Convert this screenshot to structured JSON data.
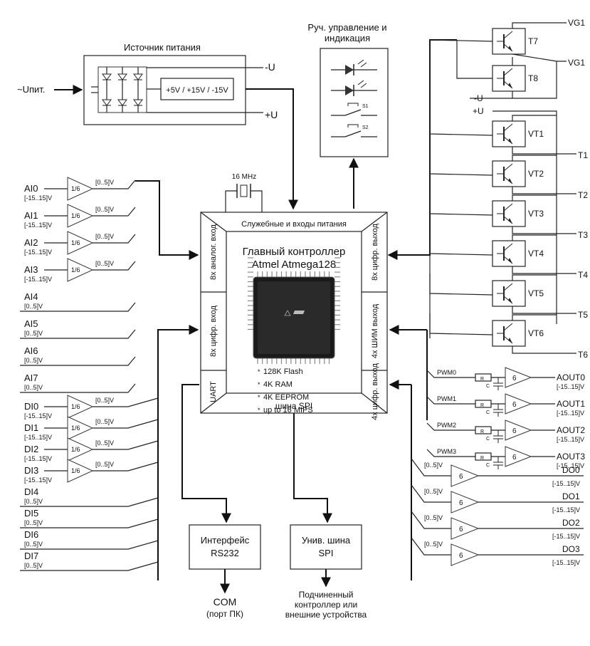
{
  "power": {
    "title": "Источник питания",
    "input": "~Uпит.",
    "rail_neg": "-U",
    "rail_pos": "+U",
    "regulator": "+5V / +15V / -15V"
  },
  "panel": {
    "title": "Руч. управление и индикация",
    "s1": "S1",
    "s2": "S2"
  },
  "crystal": "16 MHz",
  "mcu": {
    "top": "Служебные и входы питания",
    "title": "Главный контроллер",
    "chip": "Atmel Atmega128",
    "left_analog": "8х аналог. вход",
    "left_digital": "8х цифр. вход",
    "left_uart": "UART",
    "right_digital_out": "8х цифр. выход",
    "right_pwm": "4х ШИМ выход",
    "right_digital_out4": "4х цифр. выход",
    "bottom": "шина SPI",
    "specs": [
      "128K Flash",
      "4K RAM",
      "4K EEPROM",
      "up to 16 MIPS"
    ]
  },
  "analog_inputs": [
    {
      "name": "AI0",
      "range": "[-15..15]V",
      "div": "1/6",
      "out": "[0..5]V"
    },
    {
      "name": "AI1",
      "range": "[-15..15]V",
      "div": "1/6",
      "out": "[0..5]V"
    },
    {
      "name": "AI2",
      "range": "[-15..15]V",
      "div": "1/6",
      "out": "[0..5]V"
    },
    {
      "name": "AI3",
      "range": "[-15..15]V",
      "div": "1/6",
      "out": "[0..5]V"
    },
    {
      "name": "AI4",
      "range": "[0..5]V"
    },
    {
      "name": "AI5",
      "range": "[0..5]V"
    },
    {
      "name": "AI6",
      "range": "[0..5]V"
    },
    {
      "name": "AI7",
      "range": "[0..5]V"
    }
  ],
  "digital_inputs": [
    {
      "name": "DI0",
      "range": "[-15..15]V",
      "div": "1/6",
      "out": "[0..5]V"
    },
    {
      "name": "DI1",
      "range": "[-15..15]V",
      "div": "1/6",
      "out": "[0..5]V"
    },
    {
      "name": "DI2",
      "range": "[-15..15]V",
      "div": "1/6",
      "out": "[0..5]V"
    },
    {
      "name": "DI3",
      "range": "[-15..15]V",
      "div": "1/6",
      "out": "[0..5]V"
    },
    {
      "name": "DI4",
      "range": "[0..5]V"
    },
    {
      "name": "DI5",
      "range": "[0..5]V"
    },
    {
      "name": "DI6",
      "range": "[0..5]V"
    },
    {
      "name": "DI7",
      "range": "[0..5]V"
    }
  ],
  "transistors": {
    "upper": [
      {
        "name": "T7",
        "out": "VG1"
      },
      {
        "name": "T8",
        "out": "VG1"
      }
    ],
    "rail_neg": "-U",
    "rail_pos": "+U",
    "lower": [
      {
        "name": "VT1",
        "out": "T1"
      },
      {
        "name": "VT2",
        "out": "T2"
      },
      {
        "name": "VT3",
        "out": "T3"
      },
      {
        "name": "VT4",
        "out": "T4"
      },
      {
        "name": "VT5",
        "out": "T5"
      },
      {
        "name": "VT6",
        "out": "T6"
      }
    ]
  },
  "pwm": [
    {
      "name": "PWM0",
      "r": "R",
      "c": "C",
      "gain": "6",
      "out": "AOUT0",
      "range": "[-15..15]V"
    },
    {
      "name": "PWM1",
      "r": "R",
      "c": "C",
      "gain": "6",
      "out": "AOUT1",
      "range": "[-15..15]V"
    },
    {
      "name": "PWM2",
      "r": "R",
      "c": "C",
      "gain": "6",
      "out": "AOUT2",
      "range": "[-15..15]V"
    },
    {
      "name": "PWM3",
      "r": "R",
      "c": "C",
      "gain": "6",
      "out": "AOUT3",
      "range": "[-15..15]V"
    }
  ],
  "digital_outputs": [
    {
      "in": "[0..5]V",
      "gain": "6",
      "name": "DO0",
      "range": "[-15..15]V"
    },
    {
      "in": "[0..5]V",
      "gain": "6",
      "name": "DO1",
      "range": "[-15..15]V"
    },
    {
      "in": "[0..5]V",
      "gain": "6",
      "name": "DO2",
      "range": "[-15..15]V"
    },
    {
      "in": "[0..5]V",
      "gain": "6",
      "name": "DO3",
      "range": "[-15..15]V"
    }
  ],
  "rs232": {
    "line1": "Интерфейс",
    "line2": "RS232",
    "out1": "COM",
    "out2": "(порт ПК)"
  },
  "spi": {
    "line1": "Унив. шина",
    "line2": "SPI",
    "out1": "Подчиненный",
    "out2": "контроллер или",
    "out3": "внешние устройства"
  }
}
